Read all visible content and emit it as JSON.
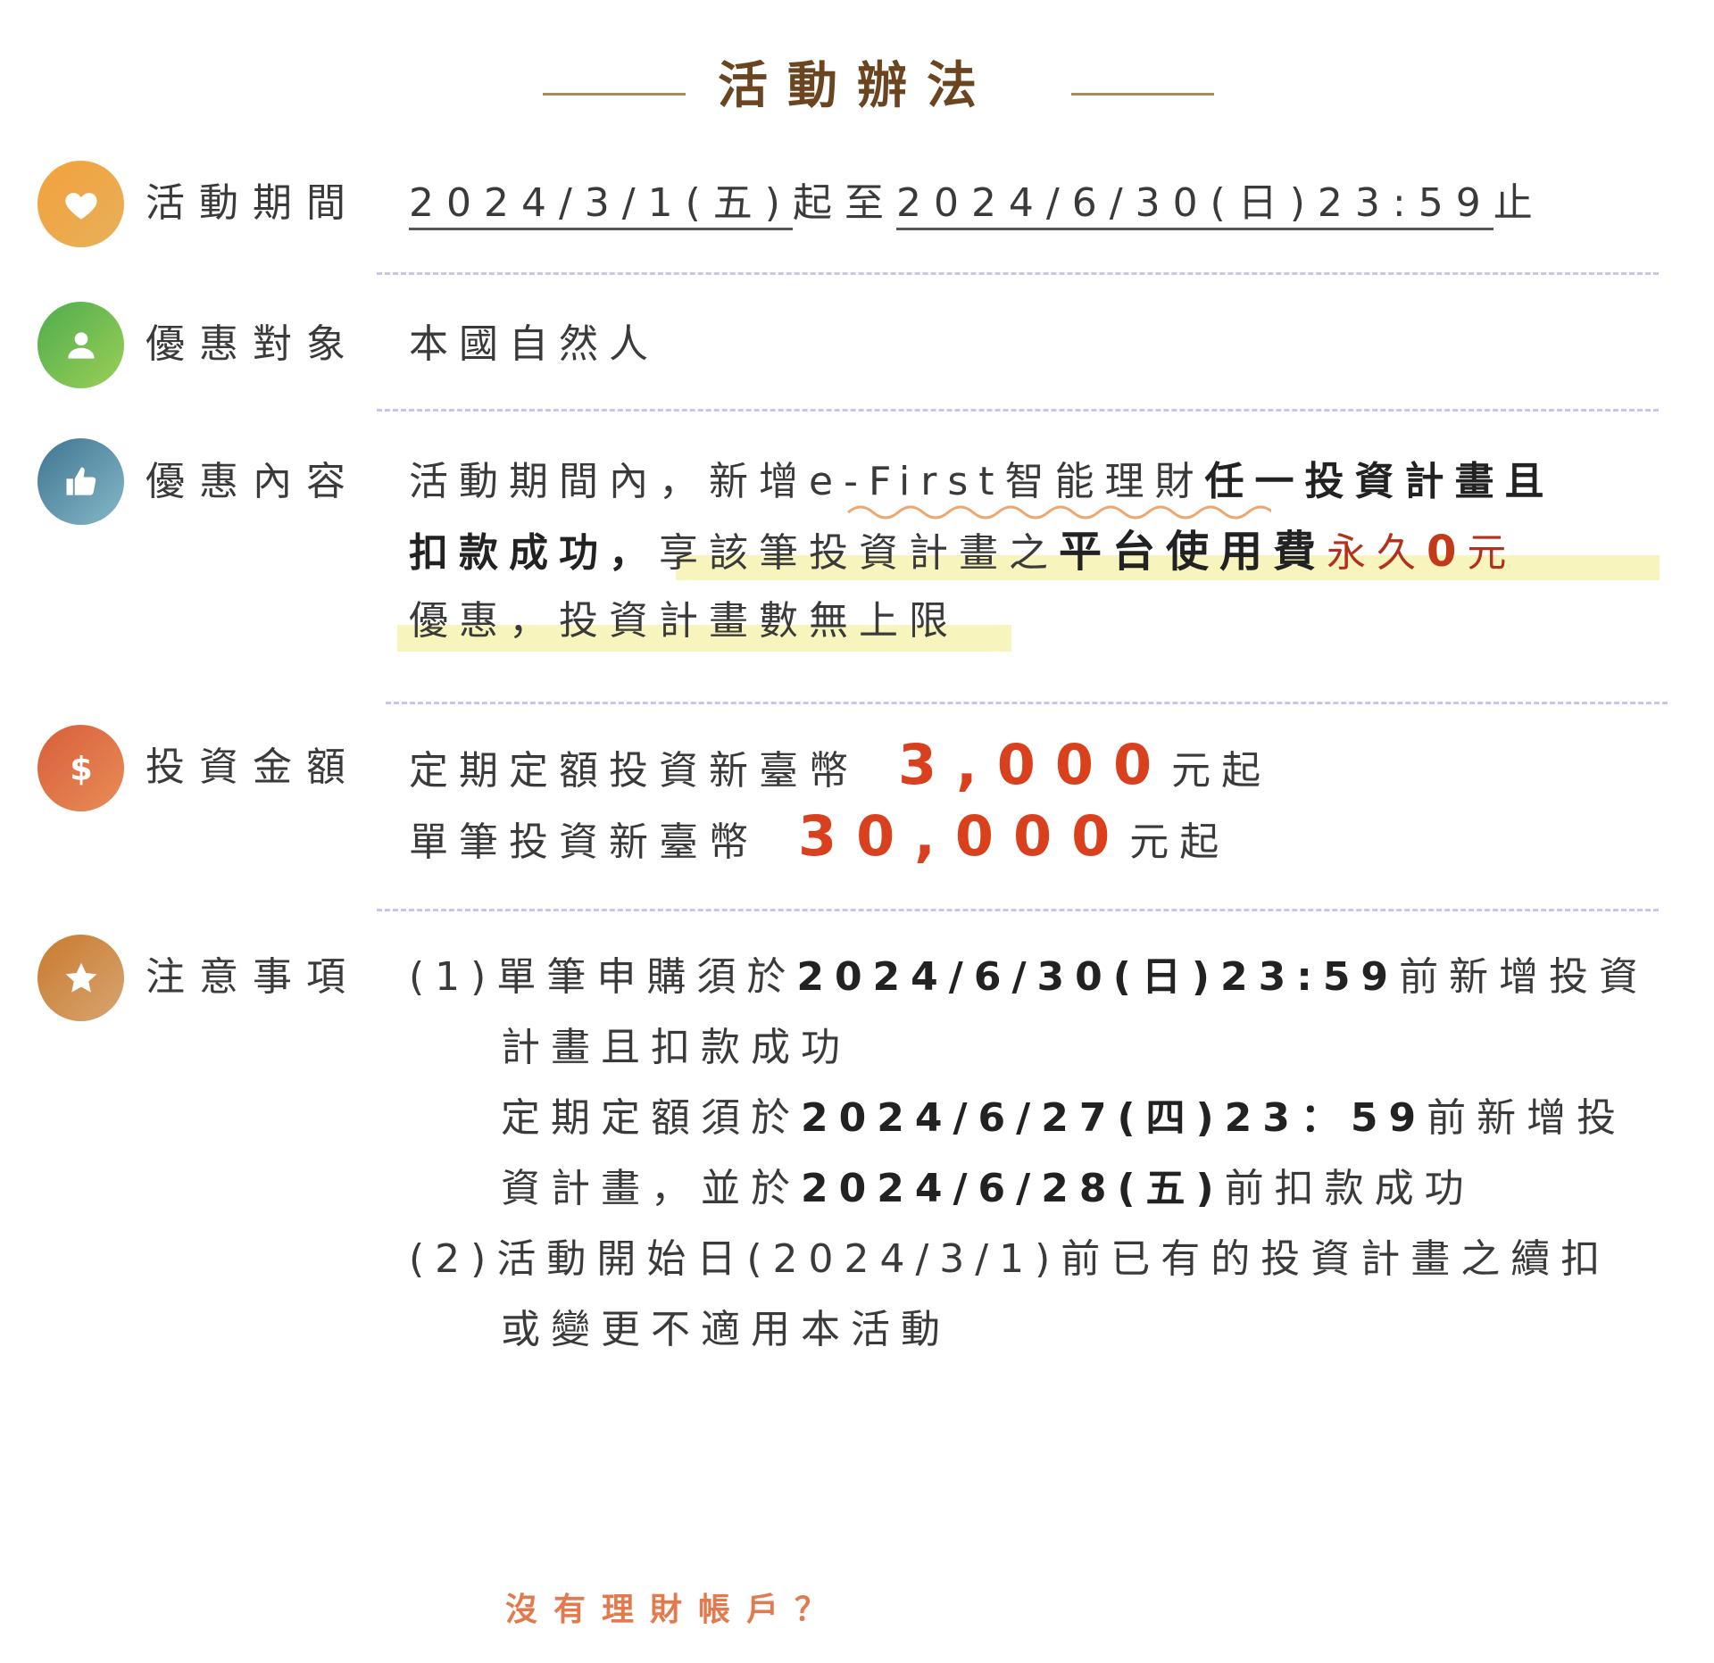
{
  "title": "活動辦法",
  "period": {
    "label": "活動期間",
    "start_date": "2024/3/1(五)",
    "connector": "起至",
    "end_date": "2024/6/30(日)23:59",
    "suffix": "止"
  },
  "target": {
    "label": "優惠對象",
    "value": "本國自然人"
  },
  "content": {
    "label": "優惠內容",
    "l1_a": "活動期間內，新增",
    "l1_product": "e-First智能理財",
    "l1_b": "任一投資計畫且",
    "l2_a": "扣款成功，",
    "l2_b": "享該筆投資計畫之",
    "l2_c": "平台使用費",
    "l2_d": "永久",
    "l2_e": "0",
    "l2_f": "元",
    "l3": "優惠，投資計畫數無上限"
  },
  "amount": {
    "label": "投資金額",
    "row1_prefix": "定期定額投資新臺幣",
    "row1_value": "3,000",
    "row1_suffix": "元起",
    "row2_prefix": "單筆投資新臺幣",
    "row2_value": "30,000",
    "row2_suffix": "元起"
  },
  "notes": {
    "label": "注意事項",
    "n1_num": "(1)",
    "n1_a": "單筆申購須於",
    "n1_date": "2024/6/30(日)23:59",
    "n1_b": "前新增投資",
    "n1_c": "計畫且扣款成功",
    "n1_d": "定期定額須於",
    "n1_date2": "2024/6/27(四)23：59",
    "n1_e": "前新增投",
    "n1_f": "資計畫，並於",
    "n1_date3": "2024/6/28(五)",
    "n1_g": "前扣款成功",
    "n2_num": "(2)",
    "n2_a": "活動開始日(2024/3/1)前已有的投資計畫之續扣",
    "n2_b": "或變更不適用本活動"
  },
  "cta": "沒有理財帳戶？",
  "colors": {
    "title": "#6a4520",
    "accent_red": "#d9411e",
    "highlight": "#f7f5bd",
    "divider": "#c7c6ee",
    "cta": "#e27a4e"
  },
  "icons": [
    "heart-icon",
    "user-icon",
    "thumbs-up-icon",
    "dollar-icon",
    "star-icon"
  ]
}
